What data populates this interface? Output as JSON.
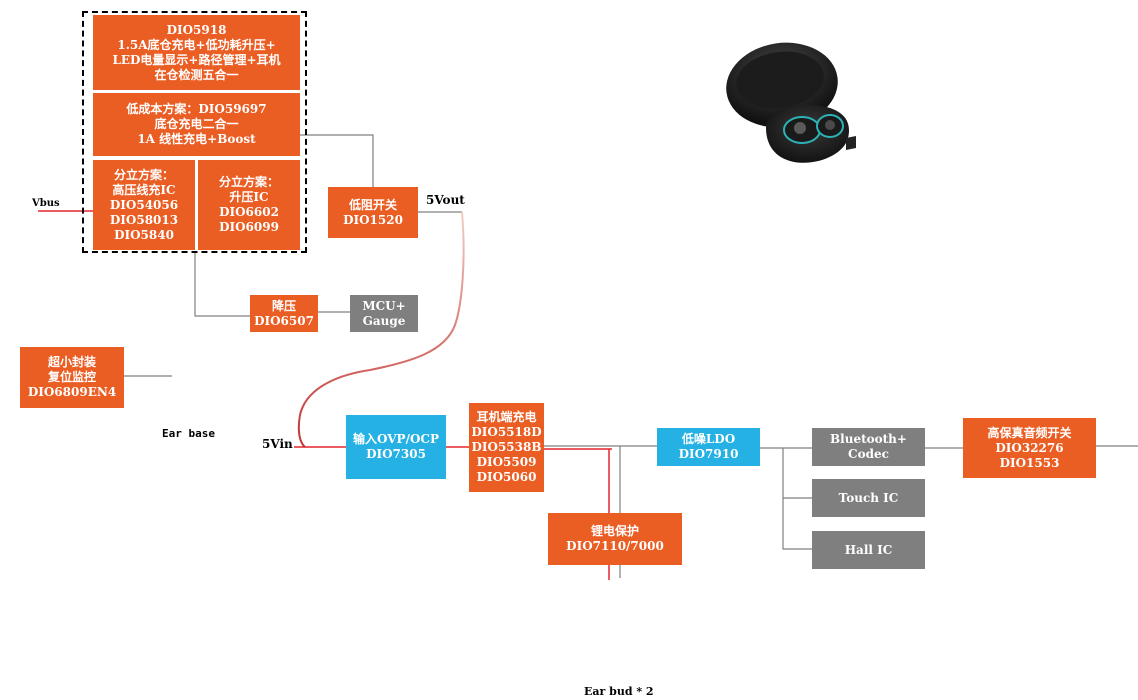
{
  "colors": {
    "orange": "#ea5d23",
    "blue": "#25b1e3",
    "gray": "#7f7f7f",
    "wire": "#808080",
    "power": "#e3262b"
  },
  "blocks": {
    "dio5918": [
      "DIO5918",
      "1.5A底仓充电+低功耗升压+",
      "LED电量显示+路径管理+耳机",
      "在仓检测五合一"
    ],
    "dio59697": [
      "低成本方案：DIO59697",
      "底仓充电二合一",
      "1A 线性充电+Boost"
    ],
    "linear_ic": [
      "分立方案：",
      "高压线充IC",
      "DIO54056",
      "DIO58013",
      "DIO5840"
    ],
    "boost_ic": [
      "分立方案：",
      "升压IC",
      "DIO6602",
      "DIO6099"
    ],
    "load_switch": [
      "低阻开关",
      "DIO1520"
    ],
    "buck": [
      "降压",
      "DIO6507"
    ],
    "mcu": [
      "MCU+",
      "Gauge"
    ],
    "reset": [
      "超小封装",
      "复位监控",
      "DIO6809EN4"
    ],
    "ovp": [
      "输入OVP/OCP",
      "DIO7305"
    ],
    "bud_charger": [
      "耳机端充电",
      "DIO5518D",
      "DIO5538B",
      "DIO5509",
      "DIO5060"
    ],
    "battery_protect": [
      "锂电保护",
      "DIO7110/7000"
    ],
    "ldo": [
      "低噪LDO",
      "DIO7910"
    ],
    "bt_codec": [
      "Bluetooth+",
      "Codec"
    ],
    "touch": [
      "Touch IC"
    ],
    "hall": [
      "Hall IC"
    ],
    "audio_switch": [
      "高保真音频开关",
      "DIO32276",
      "DIO1553"
    ]
  },
  "labels": {
    "vbus": "Vbus",
    "vout": "5Vout",
    "vin": "5Vin",
    "ear_base": "Ear base",
    "ear_bud": "Ear bud * 2"
  },
  "image": {
    "icon": "earbuds-charging-case-icon"
  }
}
